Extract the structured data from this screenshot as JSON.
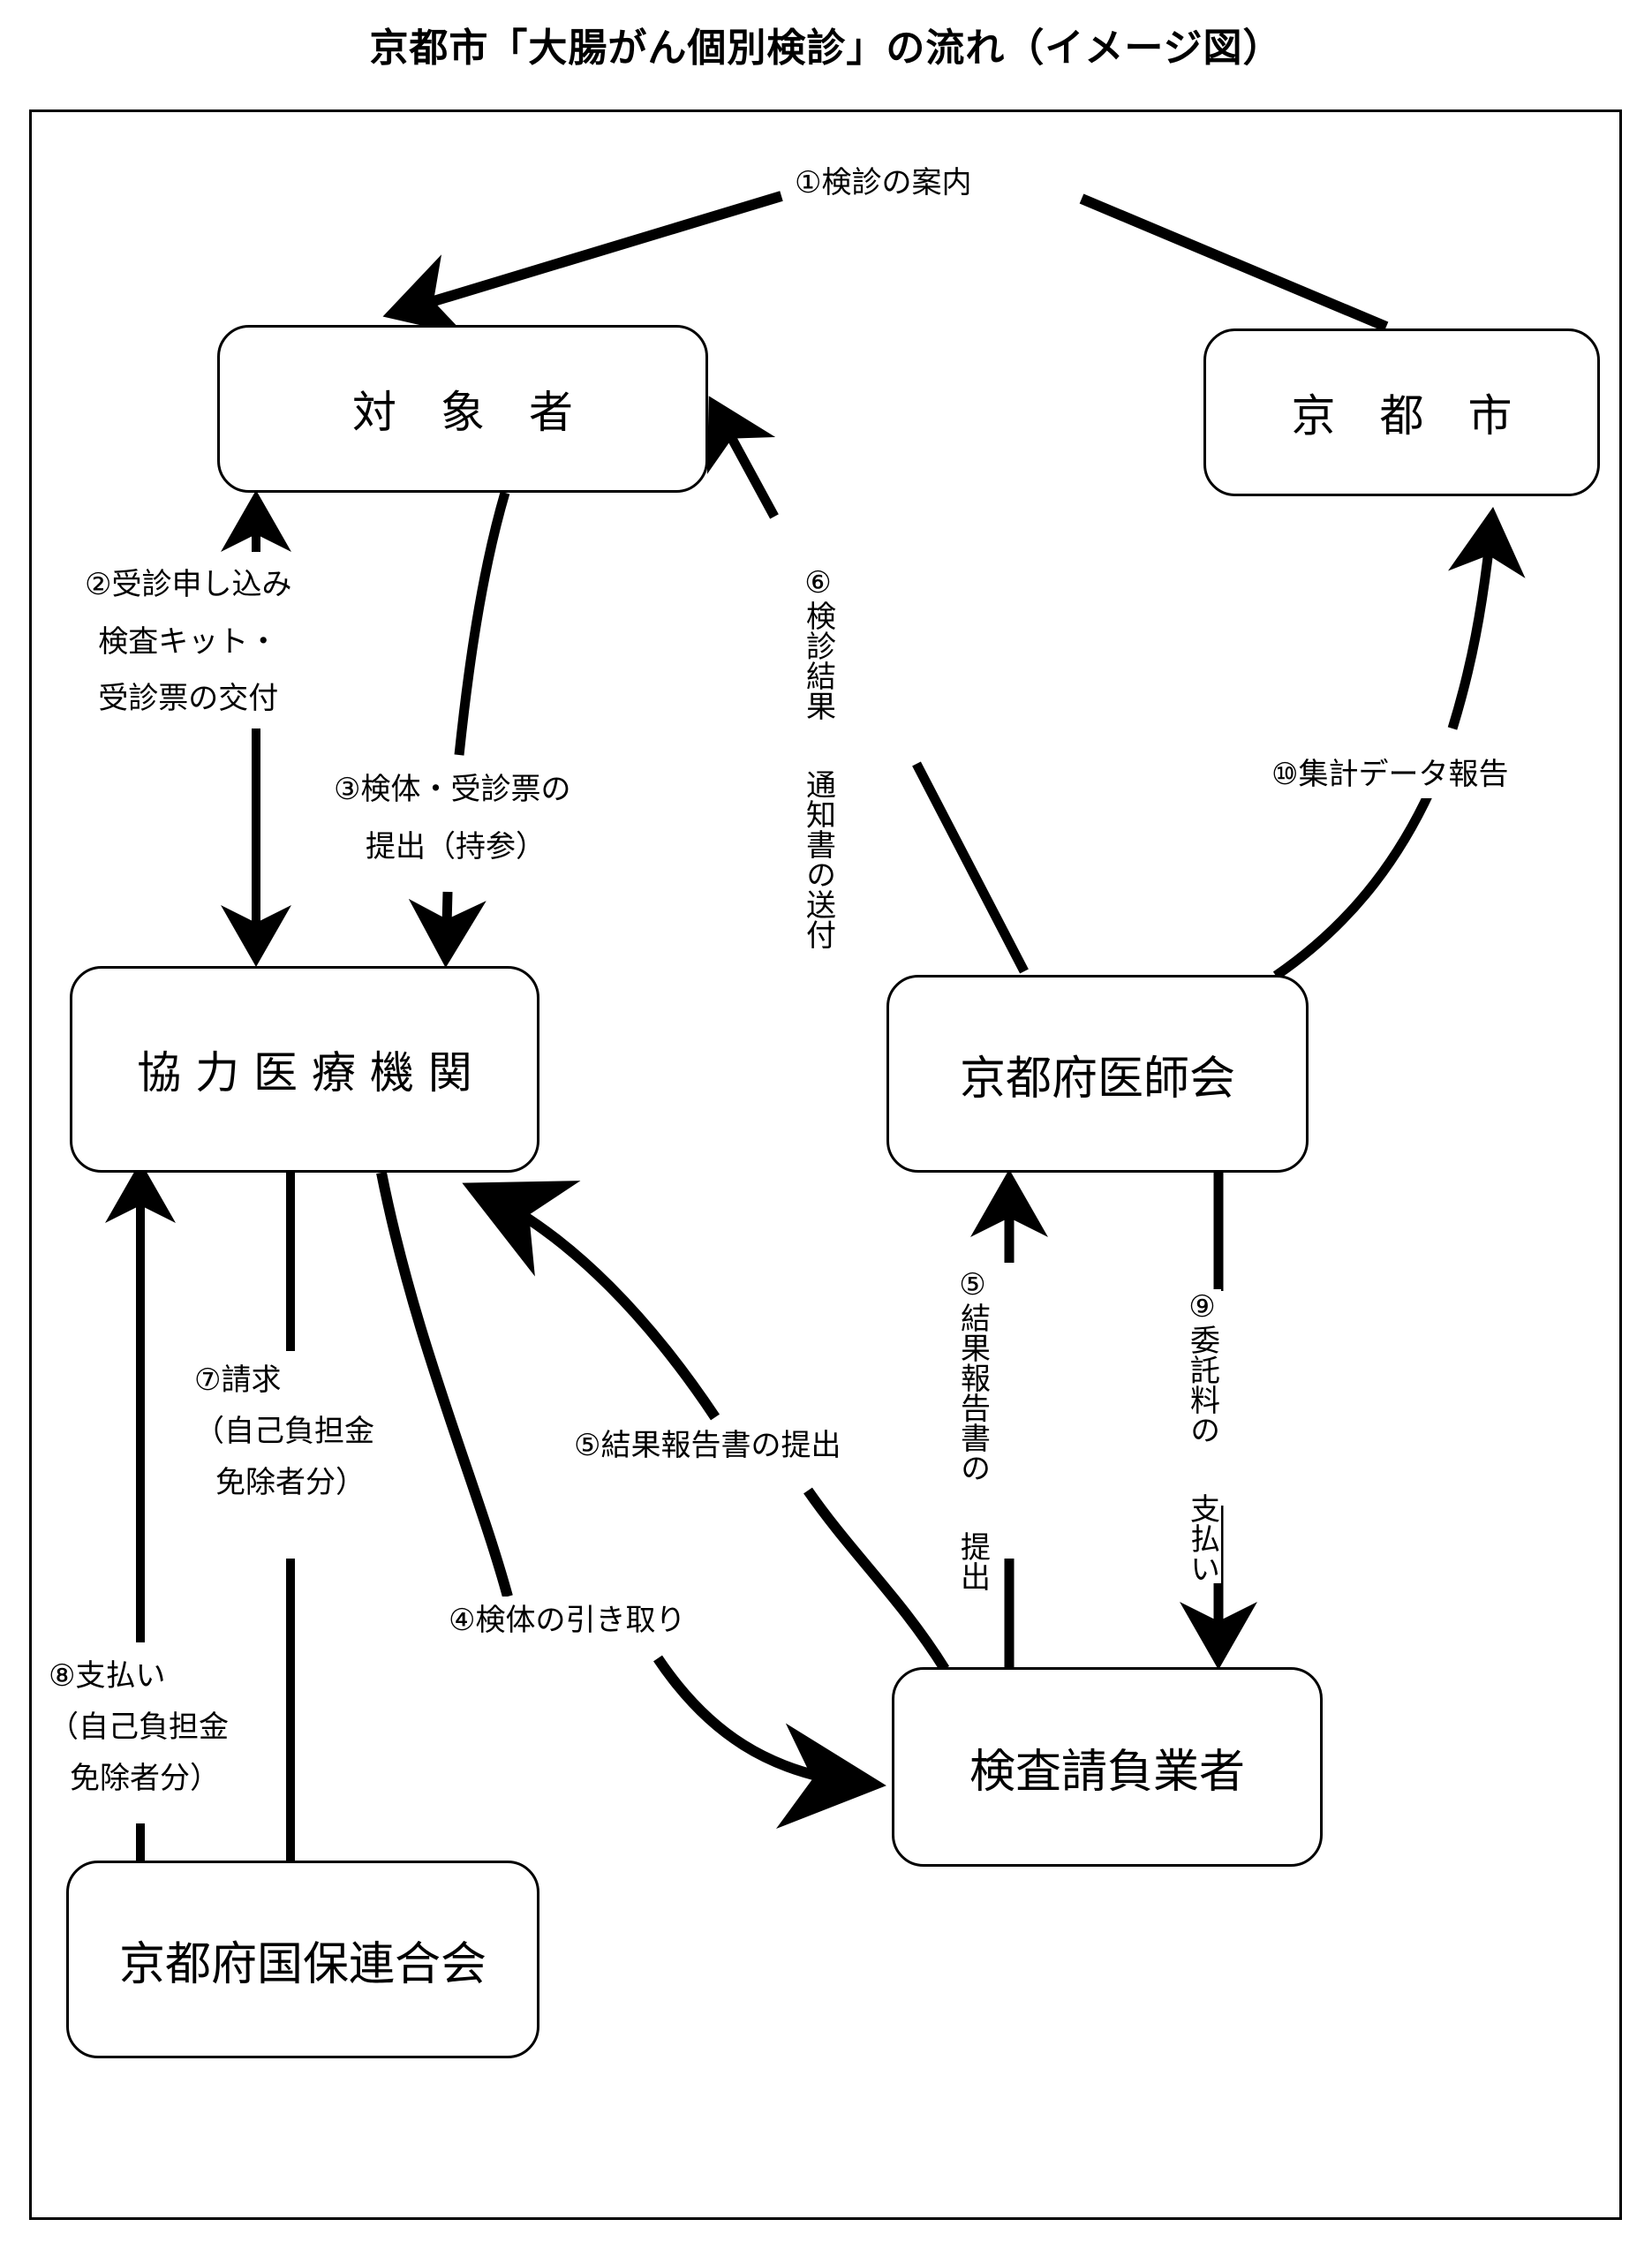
{
  "title": "京都市「大腸がん個別検診」の流れ（イメージ図）",
  "nodes": {
    "target": "対　象　者",
    "city": "京　都　市",
    "clinic": "協 力 医 療 機 関",
    "medical_assoc": "京都府医師会",
    "contractor": "検査請負業者",
    "kokuho": "京都府国保連合会"
  },
  "steps": {
    "s1": "①検診の案内",
    "s2": [
      "②受診申し込み",
      "検査キット・",
      "受診票の交付"
    ],
    "s3": [
      "③検体・受診票の",
      "提出（持参）"
    ],
    "s4": "④検体の引き取り",
    "s5_horizontal": "⑤結果報告書の提出",
    "s5_vertical": [
      "⑤結果報告書の",
      "提出"
    ],
    "s6": [
      "⑥検診結果",
      "通知書の送付"
    ],
    "s7": [
      "⑦請求",
      "（自己負担金",
      "免除者分）"
    ],
    "s8": [
      "⑧支払い",
      "（自己負担金",
      "免除者分）"
    ],
    "s9": [
      "⑨委託料の",
      "支払い"
    ],
    "s10": "⑩集計データ報告"
  },
  "colors": {
    "stroke": "#000000",
    "background": "#ffffff"
  }
}
